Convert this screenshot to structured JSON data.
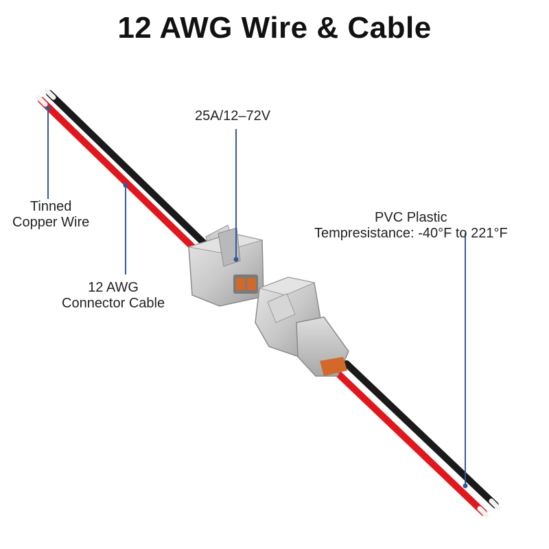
{
  "title": "12 AWG Wire & Cable",
  "labels": {
    "rating": "25A/12–72V",
    "tinned_line1": "Tinned",
    "tinned_line2": "Copper Wire",
    "awg_line1": "12 AWG",
    "awg_line2": "Connector Cable",
    "pvc_line1": "PVC Plastic",
    "pvc_line2": "Tempresistance: -40°F to 221°F"
  },
  "colors": {
    "wire_red": "#e0181e",
    "wire_black": "#1a1a1a",
    "connector_gray": "#c9c9c9",
    "contact_orange": "#d2692a",
    "leader_line": "#2f5a9e"
  }
}
